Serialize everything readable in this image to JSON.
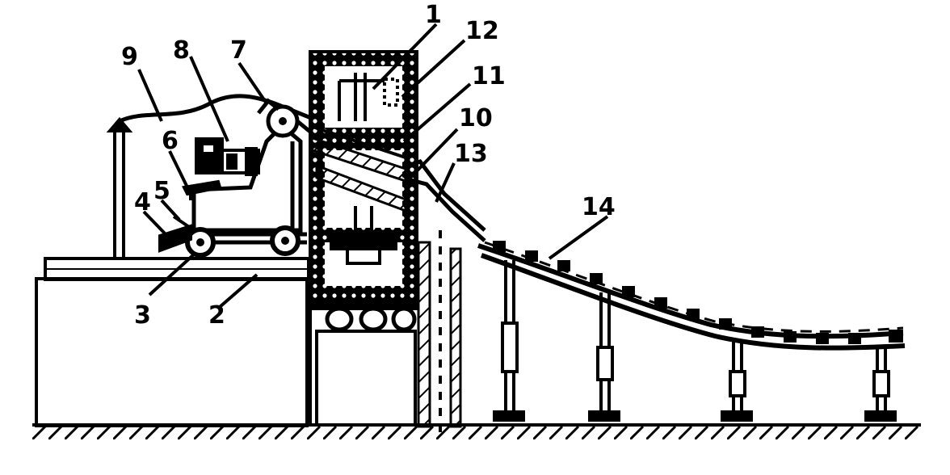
{
  "diagram": {
    "callouts": [
      {
        "id": "c1",
        "text": "1"
      },
      {
        "id": "c2",
        "text": "2"
      },
      {
        "id": "c3",
        "text": "3"
      },
      {
        "id": "c4",
        "text": "4"
      },
      {
        "id": "c5",
        "text": "5"
      },
      {
        "id": "c6",
        "text": "6"
      },
      {
        "id": "c7",
        "text": "7"
      },
      {
        "id": "c8",
        "text": "8"
      },
      {
        "id": "c9",
        "text": "9"
      },
      {
        "id": "c10",
        "text": "10"
      },
      {
        "id": "c11",
        "text": "11"
      },
      {
        "id": "c12",
        "text": "12"
      },
      {
        "id": "c13",
        "text": "13"
      },
      {
        "id": "c14",
        "text": "14"
      }
    ]
  },
  "colors": {
    "ink": "#000000",
    "paper": "#ffffff"
  }
}
